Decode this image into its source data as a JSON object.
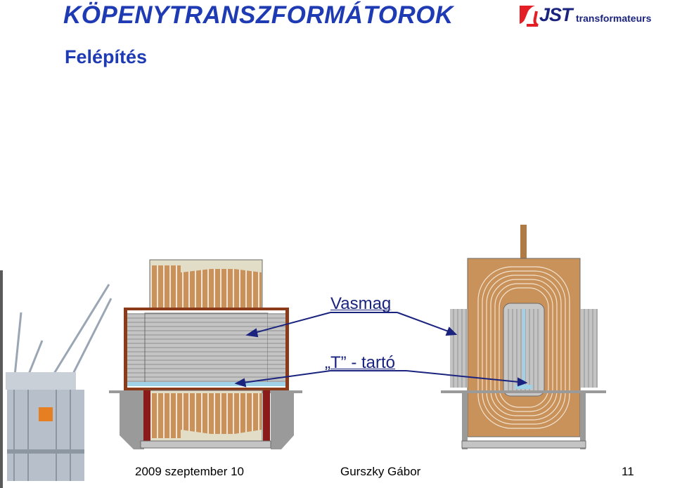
{
  "header": {
    "title": "KÖPENYTRANSZFORMÁTOROK",
    "subtitle": "Felépítés"
  },
  "logo": {
    "brand": "JST",
    "tagline": "transformateurs",
    "accent_color": "#e31e24",
    "text_color": "#1a237e"
  },
  "labels": {
    "core": "Vasmag",
    "t_support": "„T” - tartó"
  },
  "footer": {
    "date": "2009 szeptember 10",
    "author": "Gurszky Gábor",
    "page": "11"
  },
  "colors": {
    "title": "#1f3bb3",
    "winding": "#c8925a",
    "core": "#b8b8b8",
    "frame": "#8b3a1a"
  }
}
